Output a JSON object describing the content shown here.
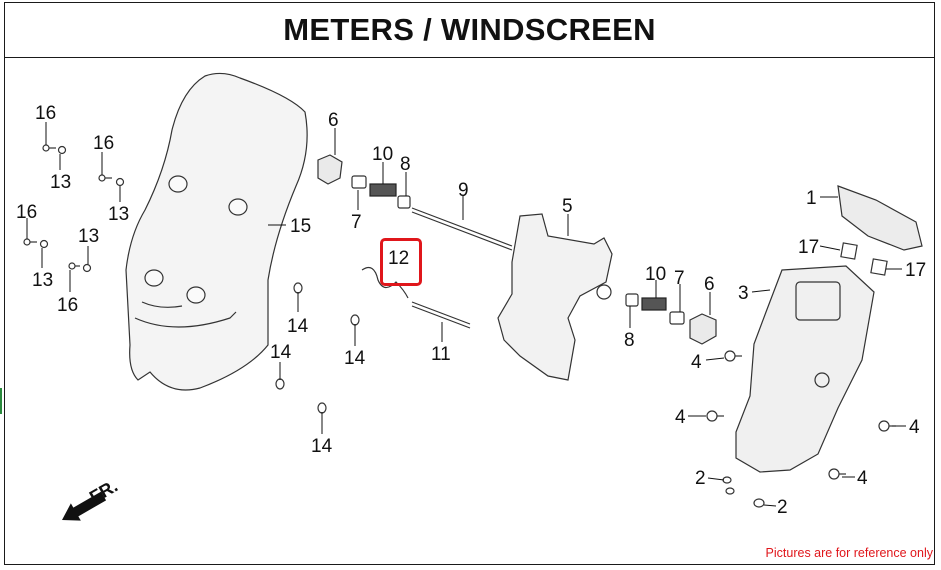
{
  "title": "METERS / WINDSCREEN",
  "caption": "Pictures are for reference only",
  "direction_label": "FR.",
  "highlight_color": "#e0161b",
  "callouts": [
    {
      "id": "c16a",
      "label": "16"
    },
    {
      "id": "c13a",
      "label": "13"
    },
    {
      "id": "c16b",
      "label": "16"
    },
    {
      "id": "c13b",
      "label": "13"
    },
    {
      "id": "c16c",
      "label": "16"
    },
    {
      "id": "c13c",
      "label": "13"
    },
    {
      "id": "c13d",
      "label": "13"
    },
    {
      "id": "c16d",
      "label": "16"
    },
    {
      "id": "c15",
      "label": "15"
    },
    {
      "id": "c6a",
      "label": "6"
    },
    {
      "id": "c10a",
      "label": "10"
    },
    {
      "id": "c8a",
      "label": "8"
    },
    {
      "id": "c7a",
      "label": "7"
    },
    {
      "id": "c9",
      "label": "9"
    },
    {
      "id": "c5",
      "label": "5"
    },
    {
      "id": "c12",
      "label": "12"
    },
    {
      "id": "c11",
      "label": "11"
    },
    {
      "id": "c14a",
      "label": "14"
    },
    {
      "id": "c14b",
      "label": "14"
    },
    {
      "id": "c14c",
      "label": "14"
    },
    {
      "id": "c14d",
      "label": "14"
    },
    {
      "id": "c10b",
      "label": "10"
    },
    {
      "id": "c7b",
      "label": "7"
    },
    {
      "id": "c6b",
      "label": "6"
    },
    {
      "id": "c8b",
      "label": "8"
    },
    {
      "id": "c1",
      "label": "1"
    },
    {
      "id": "c17a",
      "label": "17"
    },
    {
      "id": "c17b",
      "label": "17"
    },
    {
      "id": "c3",
      "label": "3"
    },
    {
      "id": "c4a",
      "label": "4"
    },
    {
      "id": "c4b",
      "label": "4"
    },
    {
      "id": "c4c",
      "label": "4"
    },
    {
      "id": "c4d",
      "label": "4"
    },
    {
      "id": "c2a",
      "label": "2"
    },
    {
      "id": "c2b",
      "label": "2"
    }
  ]
}
